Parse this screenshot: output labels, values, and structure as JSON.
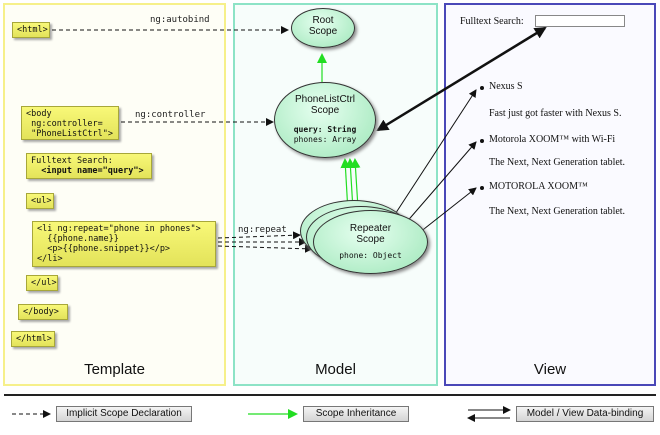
{
  "panels": {
    "template": "Template",
    "model": "Model",
    "view": "View"
  },
  "template": {
    "html_open": "<html>",
    "body_open": [
      "<body",
      " ng:controller=",
      " \"PhoneListCtrl\">"
    ],
    "search_block": [
      "Fulltext Search:",
      "  <input name=\"query\">"
    ],
    "ul_open": "<ul>",
    "li_block": [
      "<li ng:repeat=\"phone in phones\">",
      "  {{phone.name}}",
      "  <p>{{phone.snippet}}</p>",
      "</li>"
    ],
    "ul_close": "</ul>",
    "body_close": "</body>",
    "html_close": "</html>"
  },
  "labels": {
    "autobind": "ng:autobind",
    "controller": "ng:controller",
    "repeat": "ng:repeat"
  },
  "model": {
    "root": [
      "Root",
      "Scope"
    ],
    "ctrl": {
      "name": [
        "PhoneListCtrl",
        "Scope"
      ],
      "query": "query: String",
      "phones": "phones: Array"
    },
    "repeater": {
      "name": [
        "Repeater",
        "Scope"
      ],
      "phone": "phone: Object"
    }
  },
  "view": {
    "search_label": "Fulltext Search:",
    "items": [
      {
        "name": "Nexus S",
        "snippet": "Fast just got faster with Nexus S."
      },
      {
        "name": "Motorola XOOM™ with Wi-Fi",
        "snippet": "The Next, Next Generation tablet."
      },
      {
        "name": "MOTOROLA XOOM™",
        "snippet": "The Next, Next Generation tablet."
      }
    ]
  },
  "legend": {
    "implicit": "Implicit Scope Declaration",
    "inheritance": "Scope Inheritance",
    "binding": "Model / View Data-binding"
  },
  "colors": {
    "inheritance": "#22dd22",
    "binding": "#111111",
    "implicit": "#111111",
    "template_border": "#f6f08a",
    "model_border": "#8de3c6",
    "view_border": "#4a48b8"
  }
}
